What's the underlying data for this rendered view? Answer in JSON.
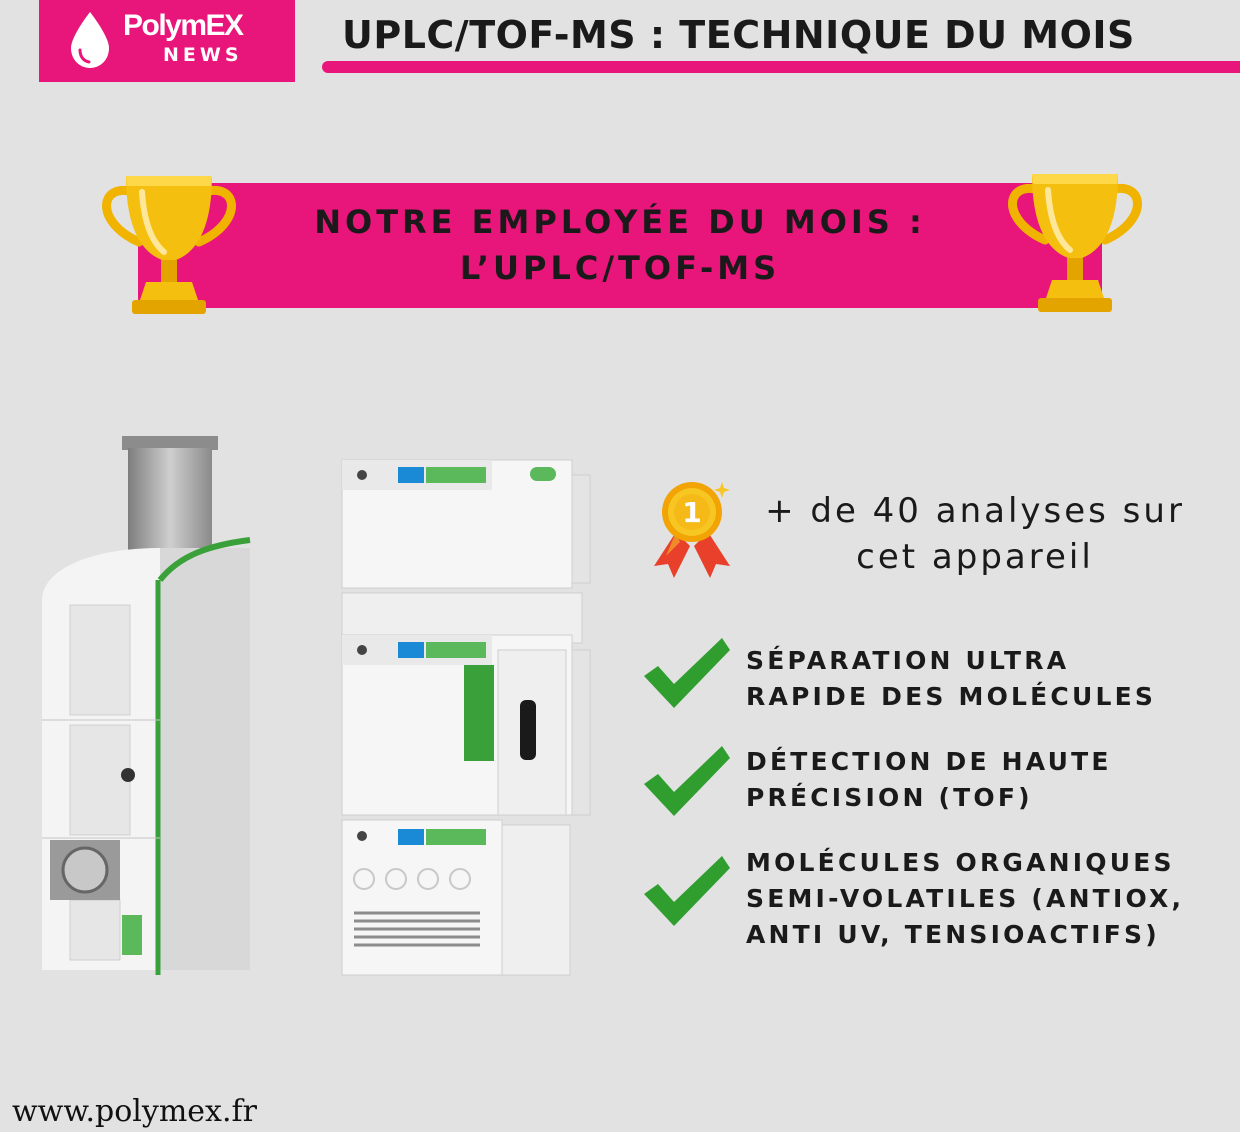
{
  "logo": {
    "brand": "PolymEX",
    "sub": "NEWS",
    "icon": "drop-icon",
    "color": "#e8157a"
  },
  "header": {
    "title": "UPLC/TOF-MS : TECHNIQUE DU MOIS"
  },
  "banner": {
    "line1": "NOTRE EMPLOYÉE DU MOIS :",
    "line2": "L’UPLC/TOF-MS",
    "icon": "trophy-icon"
  },
  "highlight": {
    "icon": "medal-icon",
    "medal_number": "1",
    "line1": "+ de 40 analyses sur",
    "line2": "cet appareil"
  },
  "features": [
    {
      "icon": "check-icon",
      "lines": [
        "SÉPARATION ULTRA",
        "RAPIDE DES MOLÉCULES"
      ]
    },
    {
      "icon": "check-icon",
      "lines": [
        "DÉTECTION DE HAUTE",
        "PRÉCISION (TOF)"
      ]
    },
    {
      "icon": "check-icon",
      "lines": [
        "MOLÉCULES ORGANIQUES",
        "SEMI-VOLATILES (ANTIOX,",
        "ANTI UV, TENSIOACTIFS)"
      ]
    }
  ],
  "footer": {
    "website": "www.polymex.fr"
  },
  "colors": {
    "accent": "#e8157a",
    "check": "#2f9e2f",
    "gold": "#f2b705",
    "background": "#e2e2e2"
  }
}
